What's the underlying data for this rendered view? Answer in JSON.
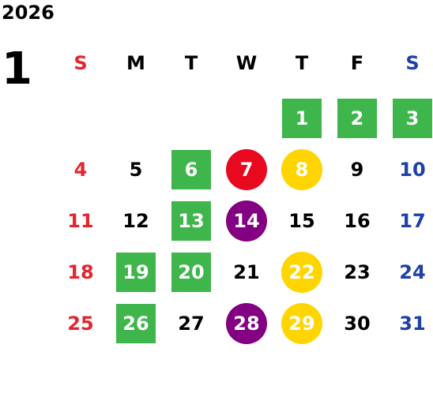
{
  "calendar": {
    "year": "2026",
    "month": "1",
    "weekdays": [
      "S",
      "M",
      "T",
      "W",
      "T",
      "F",
      "S"
    ],
    "colors": {
      "sunday": "#e3262f",
      "saturday": "#1e40a8",
      "green": "#3eb64b",
      "red": "#e8091f",
      "purple": "#820081",
      "yellow": "#ffd500"
    },
    "days": {
      "d1": "1",
      "d2": "2",
      "d3": "3",
      "d4": "4",
      "d5": "5",
      "d6": "6",
      "d7": "7",
      "d8": "8",
      "d9": "9",
      "d10": "10",
      "d11": "11",
      "d12": "12",
      "d13": "13",
      "d14": "14",
      "d15": "15",
      "d16": "16",
      "d17": "17",
      "d18": "18",
      "d19": "19",
      "d20": "20",
      "d21": "21",
      "d22": "22",
      "d23": "23",
      "d24": "24",
      "d25": "25",
      "d26": "26",
      "d27": "27",
      "d28": "28",
      "d29": "29",
      "d30": "30",
      "d31": "31"
    }
  }
}
